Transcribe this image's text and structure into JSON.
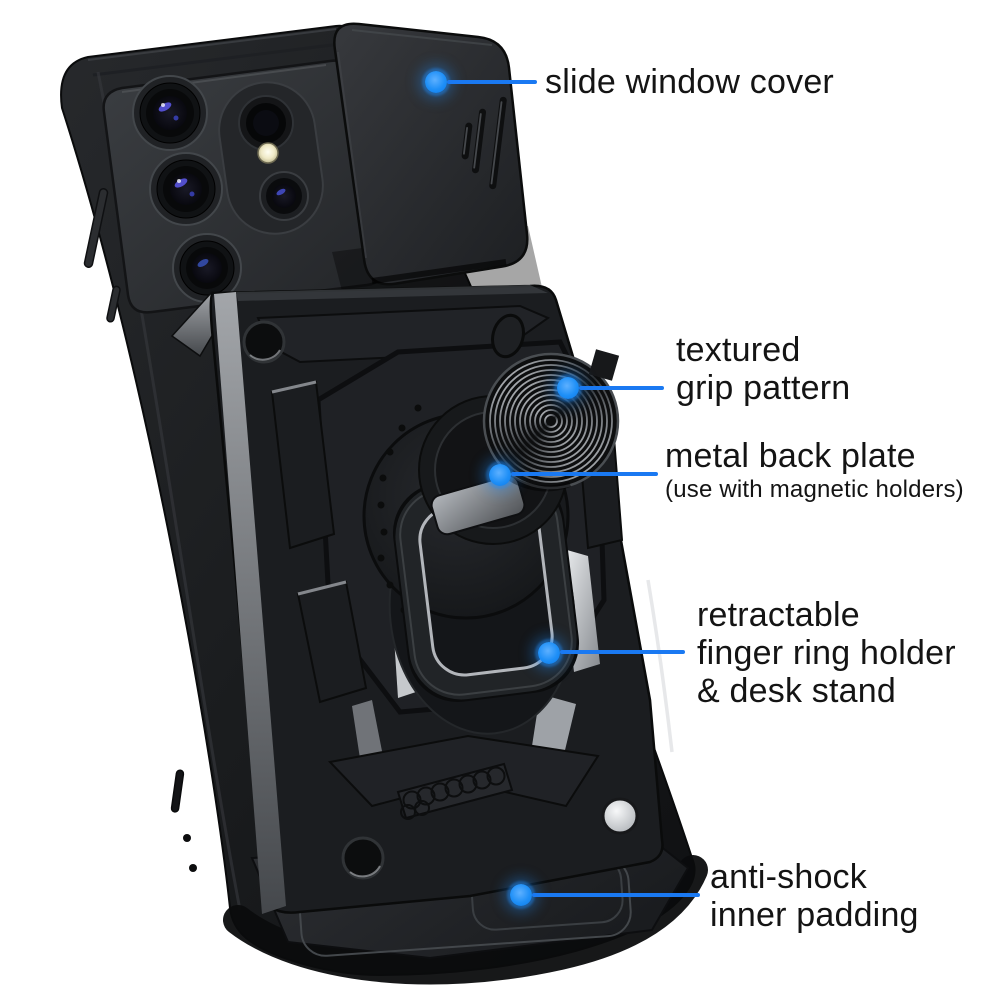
{
  "accent": {
    "background": "#ffffff",
    "callout_dot_color": "#1e8ff7",
    "callout_line_color": "#1a79f2",
    "label_text_color": "#141414"
  },
  "callouts": {
    "slide_cover": {
      "label": "slide window cover"
    },
    "grip": {
      "line1": "textured",
      "line2": "grip pattern"
    },
    "back_plate": {
      "label": "metal back plate",
      "note": "(use with magnetic holders)"
    },
    "ring": {
      "line1": "retractable",
      "line2": "finger ring holder",
      "line3": "& desk stand"
    },
    "padding": {
      "line1": "anti-shock",
      "line2": "inner padding"
    }
  }
}
